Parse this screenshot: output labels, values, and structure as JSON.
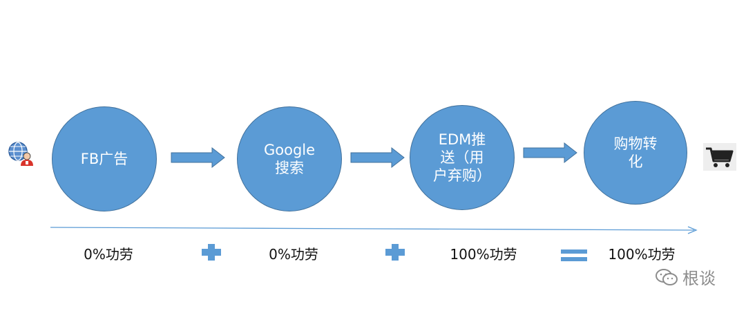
{
  "steps": [
    {
      "label_line1": "FB广告",
      "label_line2": ""
    },
    {
      "label_line1": "Google",
      "label_line2": "搜索"
    },
    {
      "label_line1": "EDM推",
      "label_line2": "送（用",
      "label_line3": "户弃购）"
    },
    {
      "label_line1": "购物转",
      "label_line2": "化"
    }
  ],
  "credits": [
    "0%功劳",
    "0%功劳",
    "100%功劳",
    "100%功劳"
  ],
  "operators": [
    "plus",
    "plus",
    "equals"
  ],
  "watermark": {
    "text": "根谈"
  },
  "colors": {
    "circle_fill": "#5b9bd5",
    "circle_border": "#41719c",
    "arrow": "#5b9bd5",
    "timeline": "#5b9bd5"
  },
  "icons": {
    "start": "user-globe-icon",
    "end": "shopping-cart-icon"
  }
}
